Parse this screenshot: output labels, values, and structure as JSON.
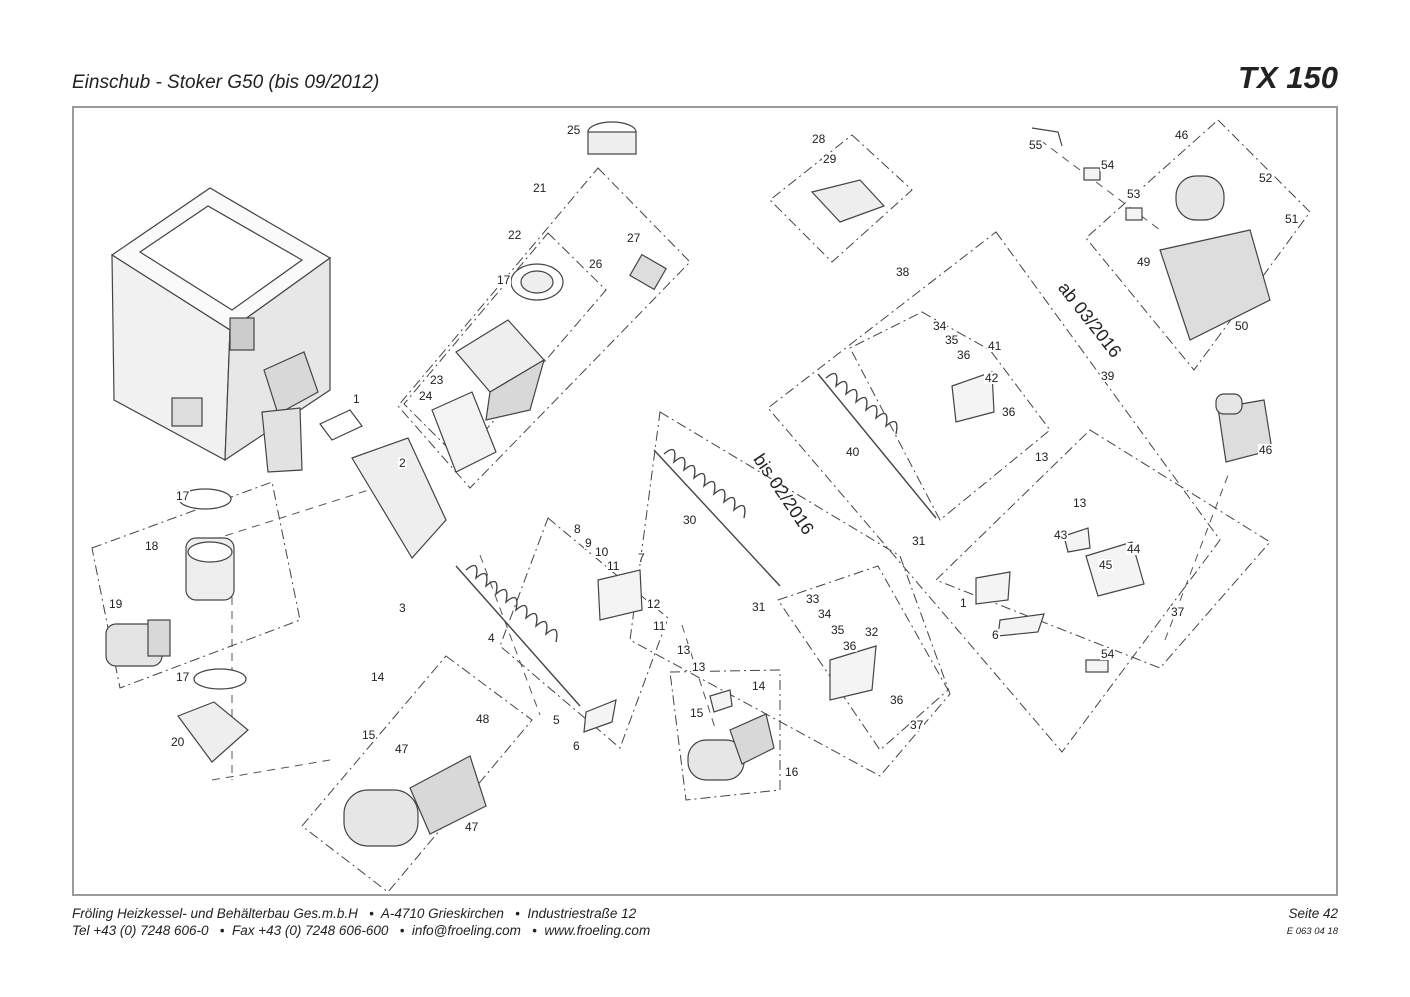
{
  "header": {
    "title": "Einschub - Stoker G50 (bis 09/2012)",
    "model": "TX 150"
  },
  "notes": {
    "from_version": "ab 03/2016",
    "until_version": "bis 02/2016"
  },
  "parts": [
    {
      "num": "25"
    },
    {
      "num": "21"
    },
    {
      "num": "22"
    },
    {
      "num": "27"
    },
    {
      "num": "26"
    },
    {
      "num": "17"
    },
    {
      "num": "23"
    },
    {
      "num": "24"
    },
    {
      "num": "1"
    },
    {
      "num": "2"
    },
    {
      "num": "17"
    },
    {
      "num": "18"
    },
    {
      "num": "19"
    },
    {
      "num": "17"
    },
    {
      "num": "20"
    },
    {
      "num": "3"
    },
    {
      "num": "4"
    },
    {
      "num": "8"
    },
    {
      "num": "9"
    },
    {
      "num": "10"
    },
    {
      "num": "7"
    },
    {
      "num": "11"
    },
    {
      "num": "12"
    },
    {
      "num": "11"
    },
    {
      "num": "13"
    },
    {
      "num": "13"
    },
    {
      "num": "5"
    },
    {
      "num": "6"
    },
    {
      "num": "14"
    },
    {
      "num": "48"
    },
    {
      "num": "15"
    },
    {
      "num": "47"
    },
    {
      "num": "47"
    },
    {
      "num": "14"
    },
    {
      "num": "15"
    },
    {
      "num": "16"
    },
    {
      "num": "28"
    },
    {
      "num": "29"
    },
    {
      "num": "30"
    },
    {
      "num": "31"
    },
    {
      "num": "33"
    },
    {
      "num": "34"
    },
    {
      "num": "35"
    },
    {
      "num": "32"
    },
    {
      "num": "36"
    },
    {
      "num": "36"
    },
    {
      "num": "37"
    },
    {
      "num": "38"
    },
    {
      "num": "34"
    },
    {
      "num": "35"
    },
    {
      "num": "41"
    },
    {
      "num": "36"
    },
    {
      "num": "42"
    },
    {
      "num": "40"
    },
    {
      "num": "36"
    },
    {
      "num": "39"
    },
    {
      "num": "13"
    },
    {
      "num": "13"
    },
    {
      "num": "31"
    },
    {
      "num": "43"
    },
    {
      "num": "44"
    },
    {
      "num": "45"
    },
    {
      "num": "1"
    },
    {
      "num": "6"
    },
    {
      "num": "37"
    },
    {
      "num": "54"
    },
    {
      "num": "55"
    },
    {
      "num": "54"
    },
    {
      "num": "46"
    },
    {
      "num": "53"
    },
    {
      "num": "52"
    },
    {
      "num": "51"
    },
    {
      "num": "49"
    },
    {
      "num": "50"
    },
    {
      "num": "46"
    }
  ],
  "footer": {
    "line1": "Fröling Heizkessel- und Behälterbau Ges.m.b.H   •  A-4710 Grieskirchen   •  Industriestraße 12",
    "line2": "Tel +43 (0) 7248 606-0   •  Fax +43 (0) 7248 606-600   •  info@froeling.com   •  www.froeling.com",
    "page": "Seite 42",
    "doc_code": "E 063 04 18"
  }
}
